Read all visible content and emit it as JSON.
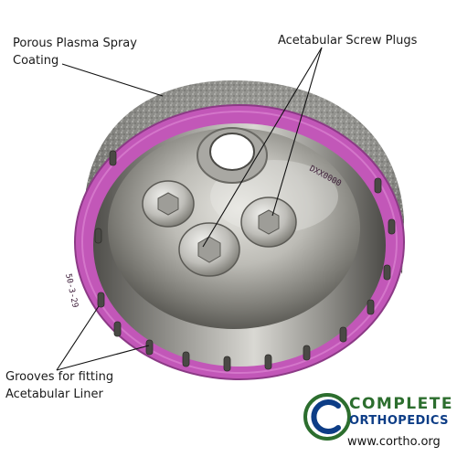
{
  "diagram": {
    "labels": {
      "coating": [
        "Porous Plasma Spray",
        "Coating"
      ],
      "plugs": [
        "Acetabular Screw Plugs"
      ],
      "grooves": [
        "Grooves for fitting",
        "Acetabular Liner"
      ]
    },
    "engravings": {
      "rim_text_top": "DXX0000",
      "rim_text_left": "50-3-29"
    },
    "colors": {
      "rim_magenta": "#c257b8",
      "metal_light": "#d6d6d2",
      "metal_dark": "#6c6b66",
      "porous_coating": "#8e8e8a",
      "annotation_line": "#111111"
    }
  },
  "brand": {
    "word1": "COMPLETE",
    "word2": "ORTHOPEDICS",
    "url": "www.cortho.org",
    "logo_icon": "circle-c-logo-icon",
    "colors": {
      "green": "#2c6e2e",
      "blue": "#0d3d86"
    }
  }
}
